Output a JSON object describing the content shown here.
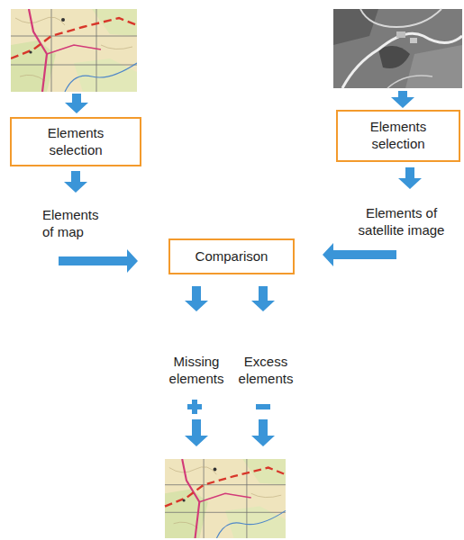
{
  "diagram": {
    "nodes": [
      {
        "text": [
          "Elements selection"
        ]
      },
      {
        "text": [
          "Elements selection"
        ]
      },
      {
        "text": [
          "Comparison"
        ]
      }
    ],
    "labels": [
      "Elements of map",
      "Elements of satellite image",
      "Missing elements",
      "Excess elements"
    ]
  }
}
